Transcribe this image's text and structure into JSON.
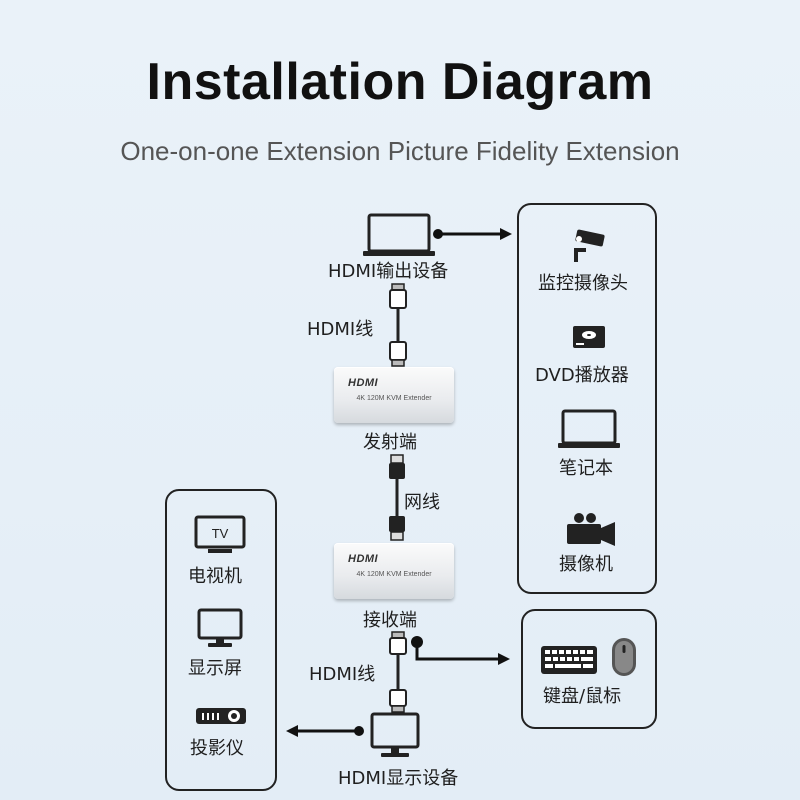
{
  "title": "Installation Diagram",
  "subtitle": "One-on-one Extension Picture Fidelity Extension",
  "source": {
    "label": "HDMI输出设备",
    "icon": "laptop-icon"
  },
  "cable_top": "HDMI线",
  "transmitter": {
    "brand": "HDMI",
    "model": "4K 120M KVM Extender",
    "label": "发射端"
  },
  "network_cable": "网线",
  "receiver": {
    "brand": "HDMI",
    "model": "4K 120M KVM Extender",
    "label": "接收端"
  },
  "cable_bottom": "HDMI线",
  "display": {
    "label": "HDMI显示设备",
    "icon": "monitor-icon"
  },
  "source_panel": {
    "items": [
      {
        "label": "监控摄像头",
        "icon": "cctv-camera-icon"
      },
      {
        "label": "DVD播放器",
        "icon": "dvd-player-icon"
      },
      {
        "label": "笔记本",
        "icon": "laptop-icon"
      },
      {
        "label": "摄像机",
        "icon": "video-camera-icon"
      }
    ]
  },
  "display_panel": {
    "tv_text": "TV",
    "items": [
      {
        "label": "电视机",
        "icon": "tv-icon"
      },
      {
        "label": "显示屏",
        "icon": "monitor-icon"
      },
      {
        "label": "投影仪",
        "icon": "projector-icon"
      }
    ]
  },
  "peripheral_panel": {
    "label": "键盘/鼠标",
    "icons": [
      "keyboard-icon",
      "mouse-icon"
    ]
  }
}
